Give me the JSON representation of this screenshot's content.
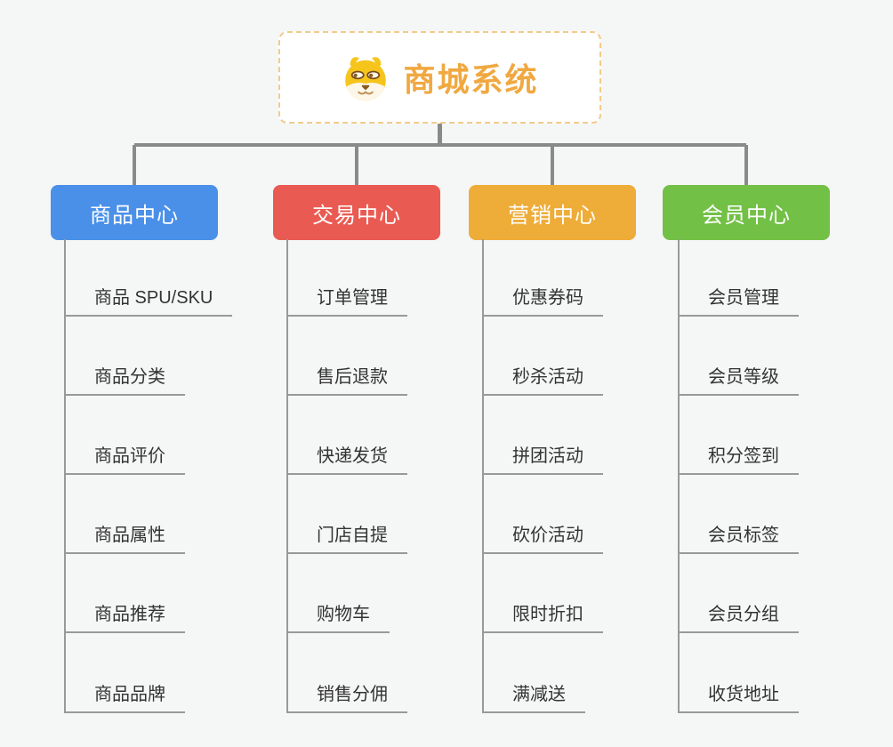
{
  "root": {
    "title": "商城系统",
    "icon": "shiba-dog-icon"
  },
  "branches": [
    {
      "label": "商品中心",
      "color": "#4a90e8",
      "items": [
        "商品 SPU/SKU",
        "商品分类",
        "商品评价",
        "商品属性",
        "商品推荐",
        "商品品牌"
      ]
    },
    {
      "label": "交易中心",
      "color": "#e95b52",
      "items": [
        "订单管理",
        "售后退款",
        "快递发货",
        "门店自提",
        "购物车",
        "销售分佣"
      ]
    },
    {
      "label": "营销中心",
      "color": "#eeac38",
      "items": [
        "优惠券码",
        "秒杀活动",
        "拼团活动",
        "砍价活动",
        "限时折扣",
        "满减送"
      ]
    },
    {
      "label": "会员中心",
      "color": "#73c047",
      "items": [
        "会员管理",
        "会员等级",
        "积分签到",
        "会员标签",
        "会员分组",
        "收货地址"
      ]
    }
  ],
  "colors": {
    "background": "#f5f6f6",
    "connector_line": "#8a8a8a",
    "leaf_underline": "#999999",
    "leaf_text": "#333333",
    "root_border": "#f2cb8c",
    "root_text": "#f0a840"
  }
}
